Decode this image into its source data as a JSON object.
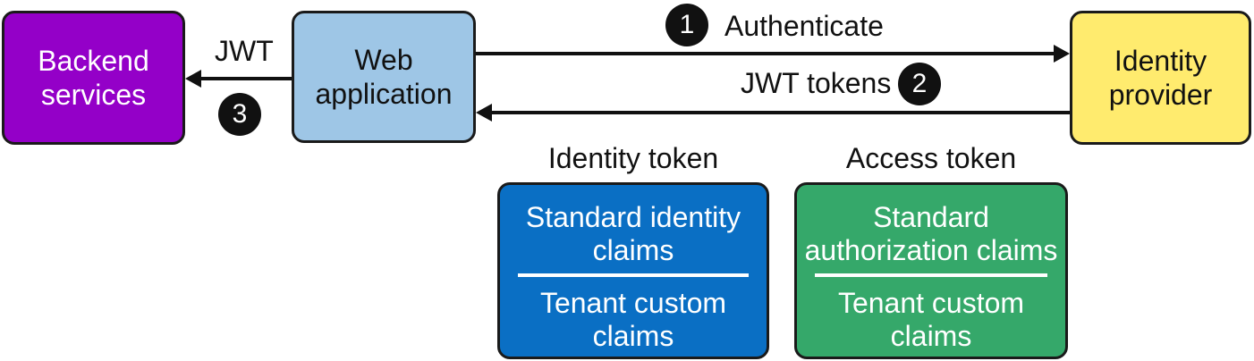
{
  "nodes": {
    "backend": {
      "line1": "Backend",
      "line2": "services"
    },
    "webapp": {
      "line1": "Web",
      "line2": "application"
    },
    "idp": {
      "line1": "Identity",
      "line2": "provider"
    }
  },
  "edges": {
    "authenticate": {
      "label": "Authenticate",
      "step": "1"
    },
    "jwt_tokens": {
      "label": "JWT tokens",
      "step": "2"
    },
    "jwt": {
      "label": "JWT",
      "step": "3"
    }
  },
  "tokens": {
    "identity": {
      "title": "Identity token",
      "top_line1": "Standard identity",
      "top_line2": "claims",
      "bottom_line1": "Tenant custom",
      "bottom_line2": "claims"
    },
    "access": {
      "title": "Access token",
      "top_line1": "Standard",
      "top_line2": "authorization claims",
      "bottom_line1": "Tenant custom",
      "bottom_line2": "claims"
    }
  },
  "colors": {
    "backend": "#9400c8",
    "webapp": "#9ec6e6",
    "idp": "#ffeb6e",
    "identity_token": "#0a6fc4",
    "access_token": "#35a86a"
  }
}
